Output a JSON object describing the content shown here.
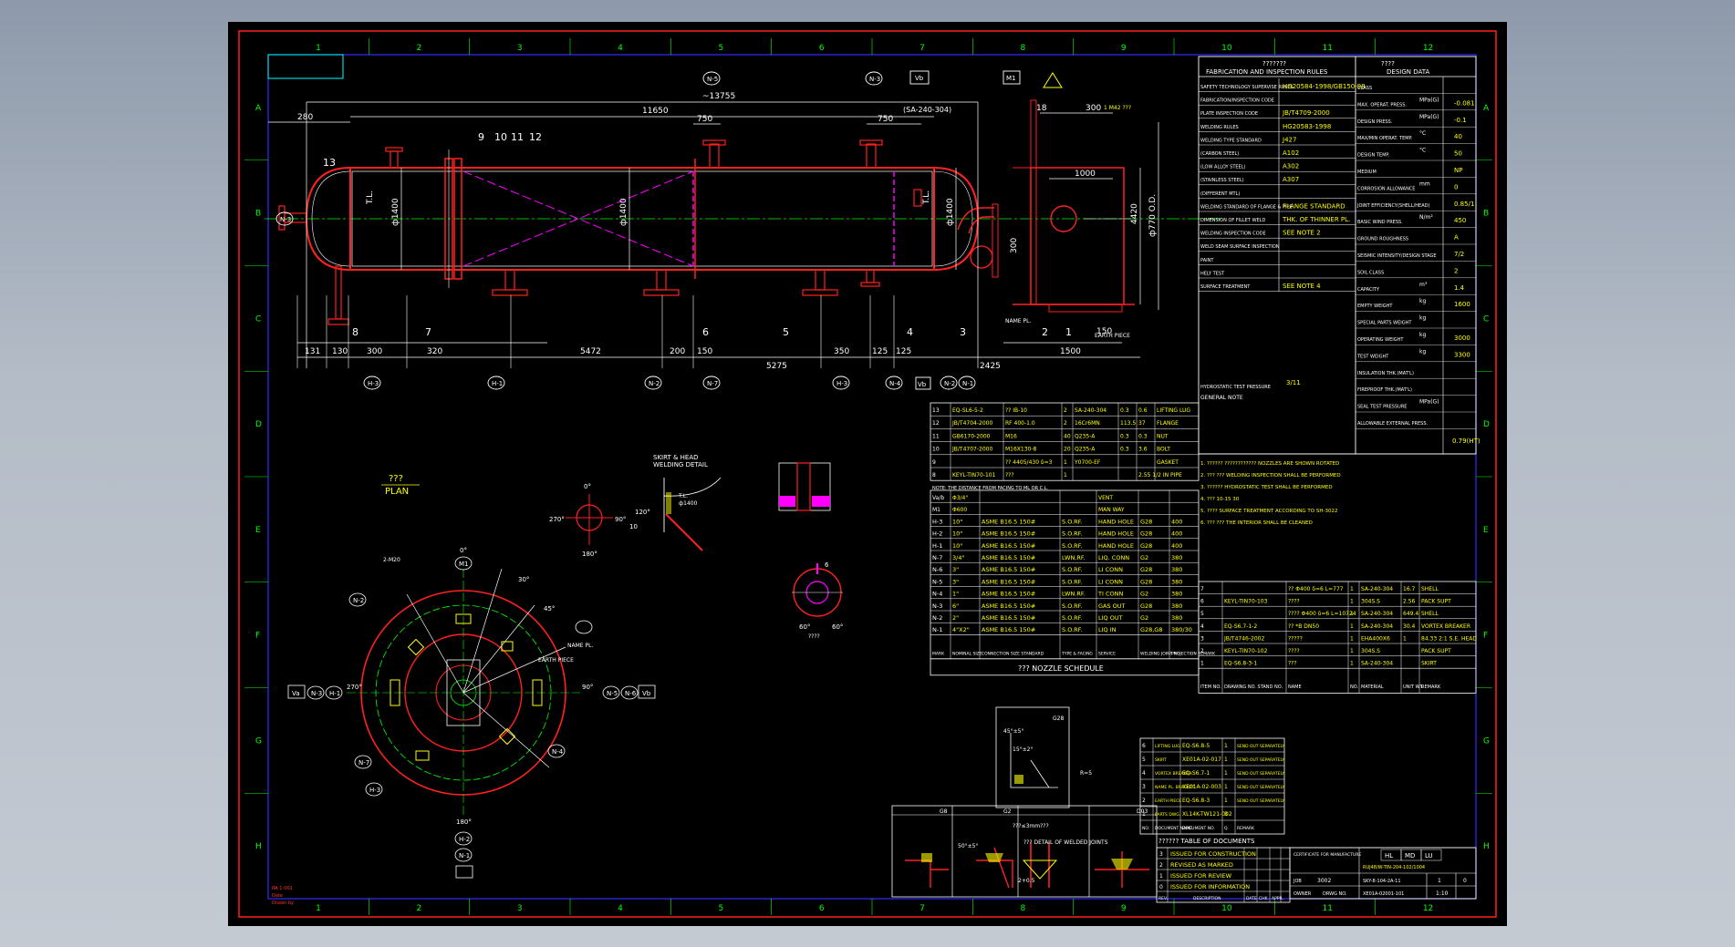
{
  "grid": {
    "columns": [
      "1",
      "2",
      "3",
      "4",
      "5",
      "6",
      "7",
      "8",
      "9",
      "10",
      "11",
      "12"
    ],
    "rows": [
      "A",
      "B",
      "C",
      "D",
      "E",
      "F",
      "G",
      "H"
    ]
  },
  "elevation": {
    "dims_top": [
      "~13755",
      "11650",
      "280",
      "750",
      "750",
      "(SA-240-304)",
      "18",
      "300",
      "1000",
      "4420",
      "ф770 O.D."
    ],
    "dims_bottom": [
      "131",
      "130",
      "300",
      "320",
      "5472",
      "200",
      "150",
      "5275",
      "350",
      "125",
      "125",
      "2425",
      "1500",
      "150"
    ],
    "vertical_dims": [
      "ф1400",
      "ф1400",
      "ф1400",
      "300",
      "T.L.",
      "T.L."
    ],
    "tags_top": [
      "N-5",
      "N-3",
      "Vb",
      "M1"
    ],
    "tags_bottom": [
      "H-3",
      "H-1",
      "N-2",
      "N-7",
      "H-3",
      "N-4",
      "Vb",
      "N-2",
      "N-1"
    ],
    "tag_left": "N-3",
    "part_labels": [
      "13",
      "9",
      "10",
      "11",
      "12",
      "8",
      "7",
      "6",
      "5",
      "4",
      "3",
      "2",
      "1"
    ],
    "annotations": [
      "NAME PL.",
      "EARTH PIECE",
      "1 M42 ??? "
    ]
  },
  "plan": {
    "title": "???",
    "subtitle": "PLAN",
    "angles": [
      "0°",
      "90°",
      "180°",
      "270°",
      "30°",
      "45°"
    ],
    "tags": [
      "M1",
      "N-2",
      "N-3",
      "N-4",
      "N-5",
      "N-6",
      "N-7",
      "H-1",
      "H-2",
      "H-3",
      "Va",
      "Vb",
      "N-1"
    ],
    "labels": [
      "NAME PL.",
      "EARTH PIECE",
      "2-M20"
    ]
  },
  "compass": {
    "north": "0°",
    "east": "90°",
    "south": "180°",
    "west": "270°"
  },
  "skirt_detail": {
    "title": "SKIRT & HEAD",
    "subtitle": "WELDING DETAIL",
    "dims": [
      "120°",
      "10",
      "T.L.",
      "ф1400"
    ]
  },
  "nozzle_detail": {
    "dims": [
      "6",
      "60°",
      "60°",
      "???? "
    ]
  },
  "nozzle_schedule": {
    "title": "??? NOZZLE SCHEDULE",
    "headers": [
      "MARK",
      "NOMINAL SIZE",
      "CONNECTION SIZE STANDARD",
      "TYPE & FACING",
      "SERVICE",
      "WELDING JOINT NO.",
      "PROJECTION REMARK"
    ],
    "rows": [
      [
        "H-3",
        "10\"",
        "ASME B16.5 150#",
        "S.O.RF.",
        "HAND HOLE",
        "G28",
        "400"
      ],
      [
        "H-2",
        "10\"",
        "ASME B16.5 150#",
        "S.O.RF.",
        "HAND HOLE",
        "G28",
        "400"
      ],
      [
        "H-1",
        "10\"",
        "ASME B16.5 150#",
        "S.O.RF.",
        "HAND HOLE",
        "G28",
        "400"
      ],
      [
        "N-7",
        "3/4\"",
        "ASME B16.5 150#",
        "LWN.RF.",
        "LIQ. CONN",
        "G2",
        "380"
      ],
      [
        "N-6",
        "3\"",
        "ASME B16.5 150#",
        "S.O.RF.",
        "LI CONN",
        "G28",
        "380"
      ],
      [
        "N-5",
        "3\"",
        "ASME B16.5 150#",
        "S.O.RF.",
        "LI CONN",
        "G28",
        "380"
      ],
      [
        "N-4",
        "1\"",
        "ASME B16.5 150#",
        "LWN.RF.",
        "TI CONN",
        "G2",
        "380"
      ],
      [
        "N-3",
        "6\"",
        "ASME B16.5 150#",
        "S.O.RF.",
        "GAS OUT",
        "G28",
        "380"
      ],
      [
        "N-2",
        "2\"",
        "ASME B16.5 150#",
        "S.O.RF.",
        "LIQ OUT",
        "G2",
        "380"
      ],
      [
        "N-1",
        "4\"X2\"",
        "ASME B16.5 150#",
        "S.O.RF.",
        "LIQ IN",
        "G28,G8",
        "380/30"
      ]
    ],
    "vent_row": [
      "Va/b",
      "Φ3/4\"",
      "VENT"
    ],
    "man_way_row": [
      "M1",
      "Φ600",
      "MAN WAY"
    ],
    "note": "NOTE: THE DISTANCE FROM FACING TO ML OR C.L."
  },
  "parts_upper": [
    [
      "13",
      "EQ-SL6-5-2",
      "?? IB-10",
      "2",
      "SA-240-304",
      "0.3",
      "0.6",
      "LIFTING LUG"
    ],
    [
      "12",
      "JB/T4704-2000",
      "RF 400-1.0",
      "2",
      "16Cr6MN",
      "113.5",
      "37",
      "FLANGE"
    ],
    [
      "11",
      "GB6170-2000",
      "M16",
      "40",
      "Q235-A",
      "0.3",
      "0.3",
      "NUT"
    ],
    [
      "10",
      "JB/T4707-2000",
      "M16X130-8",
      "20",
      "Q235-A",
      "0.3",
      "3.6",
      "BOLT"
    ],
    [
      "9",
      "",
      "?? 4405/430 δ=3",
      "1",
      "Y0700-EF",
      "",
      "",
      "GASKET"
    ],
    [
      "8",
      "KEYL-TIN70-101",
      "???",
      "1",
      "",
      "",
      "2.55 1/2 IN PIPE",
      ""
    ]
  ],
  "parts_lower": {
    "headers": [
      "ITEM NO.",
      "DRAWING NO. STAND NO.",
      "NAME",
      "NO.",
      "MATERIAL",
      "UNIT WT.",
      "REMARK"
    ],
    "rows": [
      [
        "7",
        "",
        "?? Φ400 δ=6 L=777",
        "1",
        "SA-240-304",
        "16.7",
        "SHELL"
      ],
      [
        "6",
        "KEYL-TIN70-103",
        "????",
        "1",
        "304S.S",
        "2.56",
        "PACK SUPT"
      ],
      [
        "5",
        "",
        "???? Φ400 δ=6 L=10724",
        "1",
        "SA-240-304",
        "649.4",
        "SHELL"
      ],
      [
        "4",
        "EQ-S6.7-1-2",
        "?? *B DN50",
        "1",
        "SA-240-304",
        "30.4",
        "VORTEX BREAKER"
      ],
      [
        "3",
        "JB/T4746-2002",
        "?????",
        "1",
        "EHA400X6",
        "1",
        "84.33 2:1 S.E. HEAD"
      ],
      [
        "2",
        "KEYL-TIN70-102",
        "????",
        "1",
        "304S.S",
        "",
        "PACK SUPT"
      ],
      [
        "1",
        "EQ-S6.8-3-1",
        "???",
        "1",
        "SA-240-304",
        "",
        "SKIRT"
      ]
    ]
  },
  "fabrication": {
    "title": "???????",
    "subtitle": "FABRICATION AND INSPECTION RULES",
    "rows": [
      [
        "SAFETY TECHNOLOGY SUPERVISE RULES",
        "HG20584-1998/GB150-98"
      ],
      [
        "FABRICATION/INSPECTION CODE",
        ""
      ],
      [
        "PLATE INSPECTION CODE",
        "JB/T4709-2000"
      ],
      [
        "WELDING RULES",
        "HG20583-1998"
      ],
      [
        "WELDING TYPE STANDARD",
        "J427"
      ],
      [
        "(CARBON STEEL)",
        "A102"
      ],
      [
        "(LOW ALLOY STEEL)",
        "A302"
      ],
      [
        "(STAINLESS STEEL)",
        "A307"
      ],
      [
        "(DIFFERENT MTL)",
        ""
      ],
      [
        "WELDING STANDARD OF FLANGE & PIPE",
        "FLANGE STANDARD"
      ],
      [
        "DIMENSION OF FILLET WELD",
        "THK. OF THINNER PL."
      ],
      [
        "WELDING INSPECTION CODE",
        "SEE NOTE 2"
      ],
      [
        "WELD SEAM SURFACE INSPECTION",
        ""
      ],
      [
        "PAINT",
        ""
      ],
      [
        "HELY TEST",
        ""
      ],
      [
        "SURFACE TREATMENT",
        "SEE NOTE 4"
      ]
    ]
  },
  "design": {
    "title": "????",
    "subtitle": "DESIGN DATA",
    "rows": [
      [
        "CLASS",
        ""
      ],
      [
        "MAX. OPERAT. PRESS.",
        "MPa(G)",
        "-0.081"
      ],
      [
        "DESIGN PRESS.",
        "MPa(G)",
        "-0.1"
      ],
      [
        "MAX/MIN OPERAT. TEMP.",
        "°C",
        "40"
      ],
      [
        "DESIGN TEMP.",
        "°C",
        "50"
      ],
      [
        "MEDIUM",
        "",
        "NP"
      ],
      [
        "CORROSION ALLOWANCE",
        "mm",
        "0"
      ],
      [
        "JOINT EFFICIENCY(SHELL/HEAD)",
        "",
        "0.85/1"
      ],
      [
        "BASIC WIND PRESS.",
        "N/m²",
        "450"
      ],
      [
        "GROUND ROUGHNESS",
        "",
        "A"
      ],
      [
        "SEISMIC INTENSITY/DESIGN STAGE",
        "",
        "7/2"
      ],
      [
        "SOIL CLASS",
        "",
        "2"
      ],
      [
        "CAPACITY",
        "m³",
        "1.4"
      ],
      [
        "EMPTY WEIGHT",
        "kg",
        "1600"
      ],
      [
        "SPECIAL PARTS WEIGHT",
        "kg",
        ""
      ],
      [
        "OPERATING WEIGHT",
        "kg",
        "3000"
      ],
      [
        "TEST WEIGHT",
        "kg",
        "3300"
      ],
      [
        "INSULATION THK.(MAT'L)",
        "",
        ""
      ],
      [
        "FIREPROOF THK.(MAT'L)",
        "",
        ""
      ],
      [
        "SEAL TEST PRESSURE",
        "MPa(G)",
        ""
      ],
      [
        "ALLOWABLE EXTERNAL PRESS.",
        "",
        ""
      ]
    ],
    "extra": [
      "HYDROSTATIC TEST PRESSURE",
      "GENERAL NOTE",
      "3/11",
      "0.79(HT)"
    ]
  },
  "notes": [
    "1. ?????? ???????????? NOZZLES ARE SHOWN ROTATED",
    "2. ??? ??? WELDING INSPECTION SHALL BE PERFORMED",
    "3. ?????? HYDROSTATIC TEST SHALL BE PERFORMED",
    "4. ??? 10-15 30",
    "5. ???? SURFACE TREATMENT ACCORDING TO SH-3022",
    "6. ??? ??? THE INTERIOR SHALL BE CLEANED"
  ],
  "documents": {
    "title": "?????? TABLE OF DOCUMENTS",
    "rows": [
      [
        "6",
        "LIFTING LUG",
        "EQ-S6.8-5",
        "1",
        "SEND OUT SEPARATELY"
      ],
      [
        "5",
        "SKIRT",
        "XE01A-02-017",
        "1",
        "SEND OUT SEPARATELY"
      ],
      [
        "4",
        "VORTEX BREAKER",
        "EQ-S6.7-1",
        "1",
        "SEND OUT SEPARATELY"
      ],
      [
        "3",
        "NAME PL. BRACKET",
        "XE01A-02-003",
        "1",
        "SEND OUT SEPARATELY"
      ],
      [
        "2",
        "EARTH PIECE",
        "EQ-S6.8-3",
        "1",
        "SEND OUT SEPARATELY"
      ],
      [
        "1",
        "PARTS DWG.",
        "XL14K-TW121-002",
        "3",
        ""
      ]
    ],
    "headers": [
      "NO.",
      "DOCUMENT NAME",
      "DOCUMENT NO.",
      "Q.",
      "REMARK"
    ]
  },
  "weld_details": {
    "labels": [
      "G28",
      "G8",
      "G2",
      "D03",
      "45°±5°",
      "50°±5°",
      "15°±2°",
      "2+0.5",
      "R=5",
      "???≤3mm???",
      "??? DETAIL OF WELDED JOINTS"
    ]
  },
  "revisions": {
    "rows": [
      [
        "3",
        "ISSUED FOR CONSTRUCTION"
      ],
      [
        "2",
        "REVISED AS MARKED"
      ],
      [
        "1",
        "ISSUED FOR REVIEW"
      ],
      [
        "0",
        "ISSUED FOR INFORMATION"
      ]
    ],
    "headers": [
      "REV.",
      "DESCRIPTION",
      "DATE",
      "CHK.",
      "APPR.",
      "REV.",
      "DATE"
    ]
  },
  "title_block": {
    "company": "CERTIFICATE FOR MANUFACTURE",
    "cells": [
      "HL",
      "MD",
      "LU"
    ],
    "drawing_no": "RUJ48/W-TIN-204-102/1004",
    "job": "JOB",
    "proj": "3002",
    "dwg_ref": "SKY-8-104-2A-11",
    "sheet": "1",
    "scale": "1:10",
    "rev": "0",
    "owner": "OWNER",
    "drwg": "DRWG NO.",
    "code": "XE01A-02001-101"
  },
  "stamp": [
    "RA 1-001",
    "Date",
    "Drawn by"
  ]
}
